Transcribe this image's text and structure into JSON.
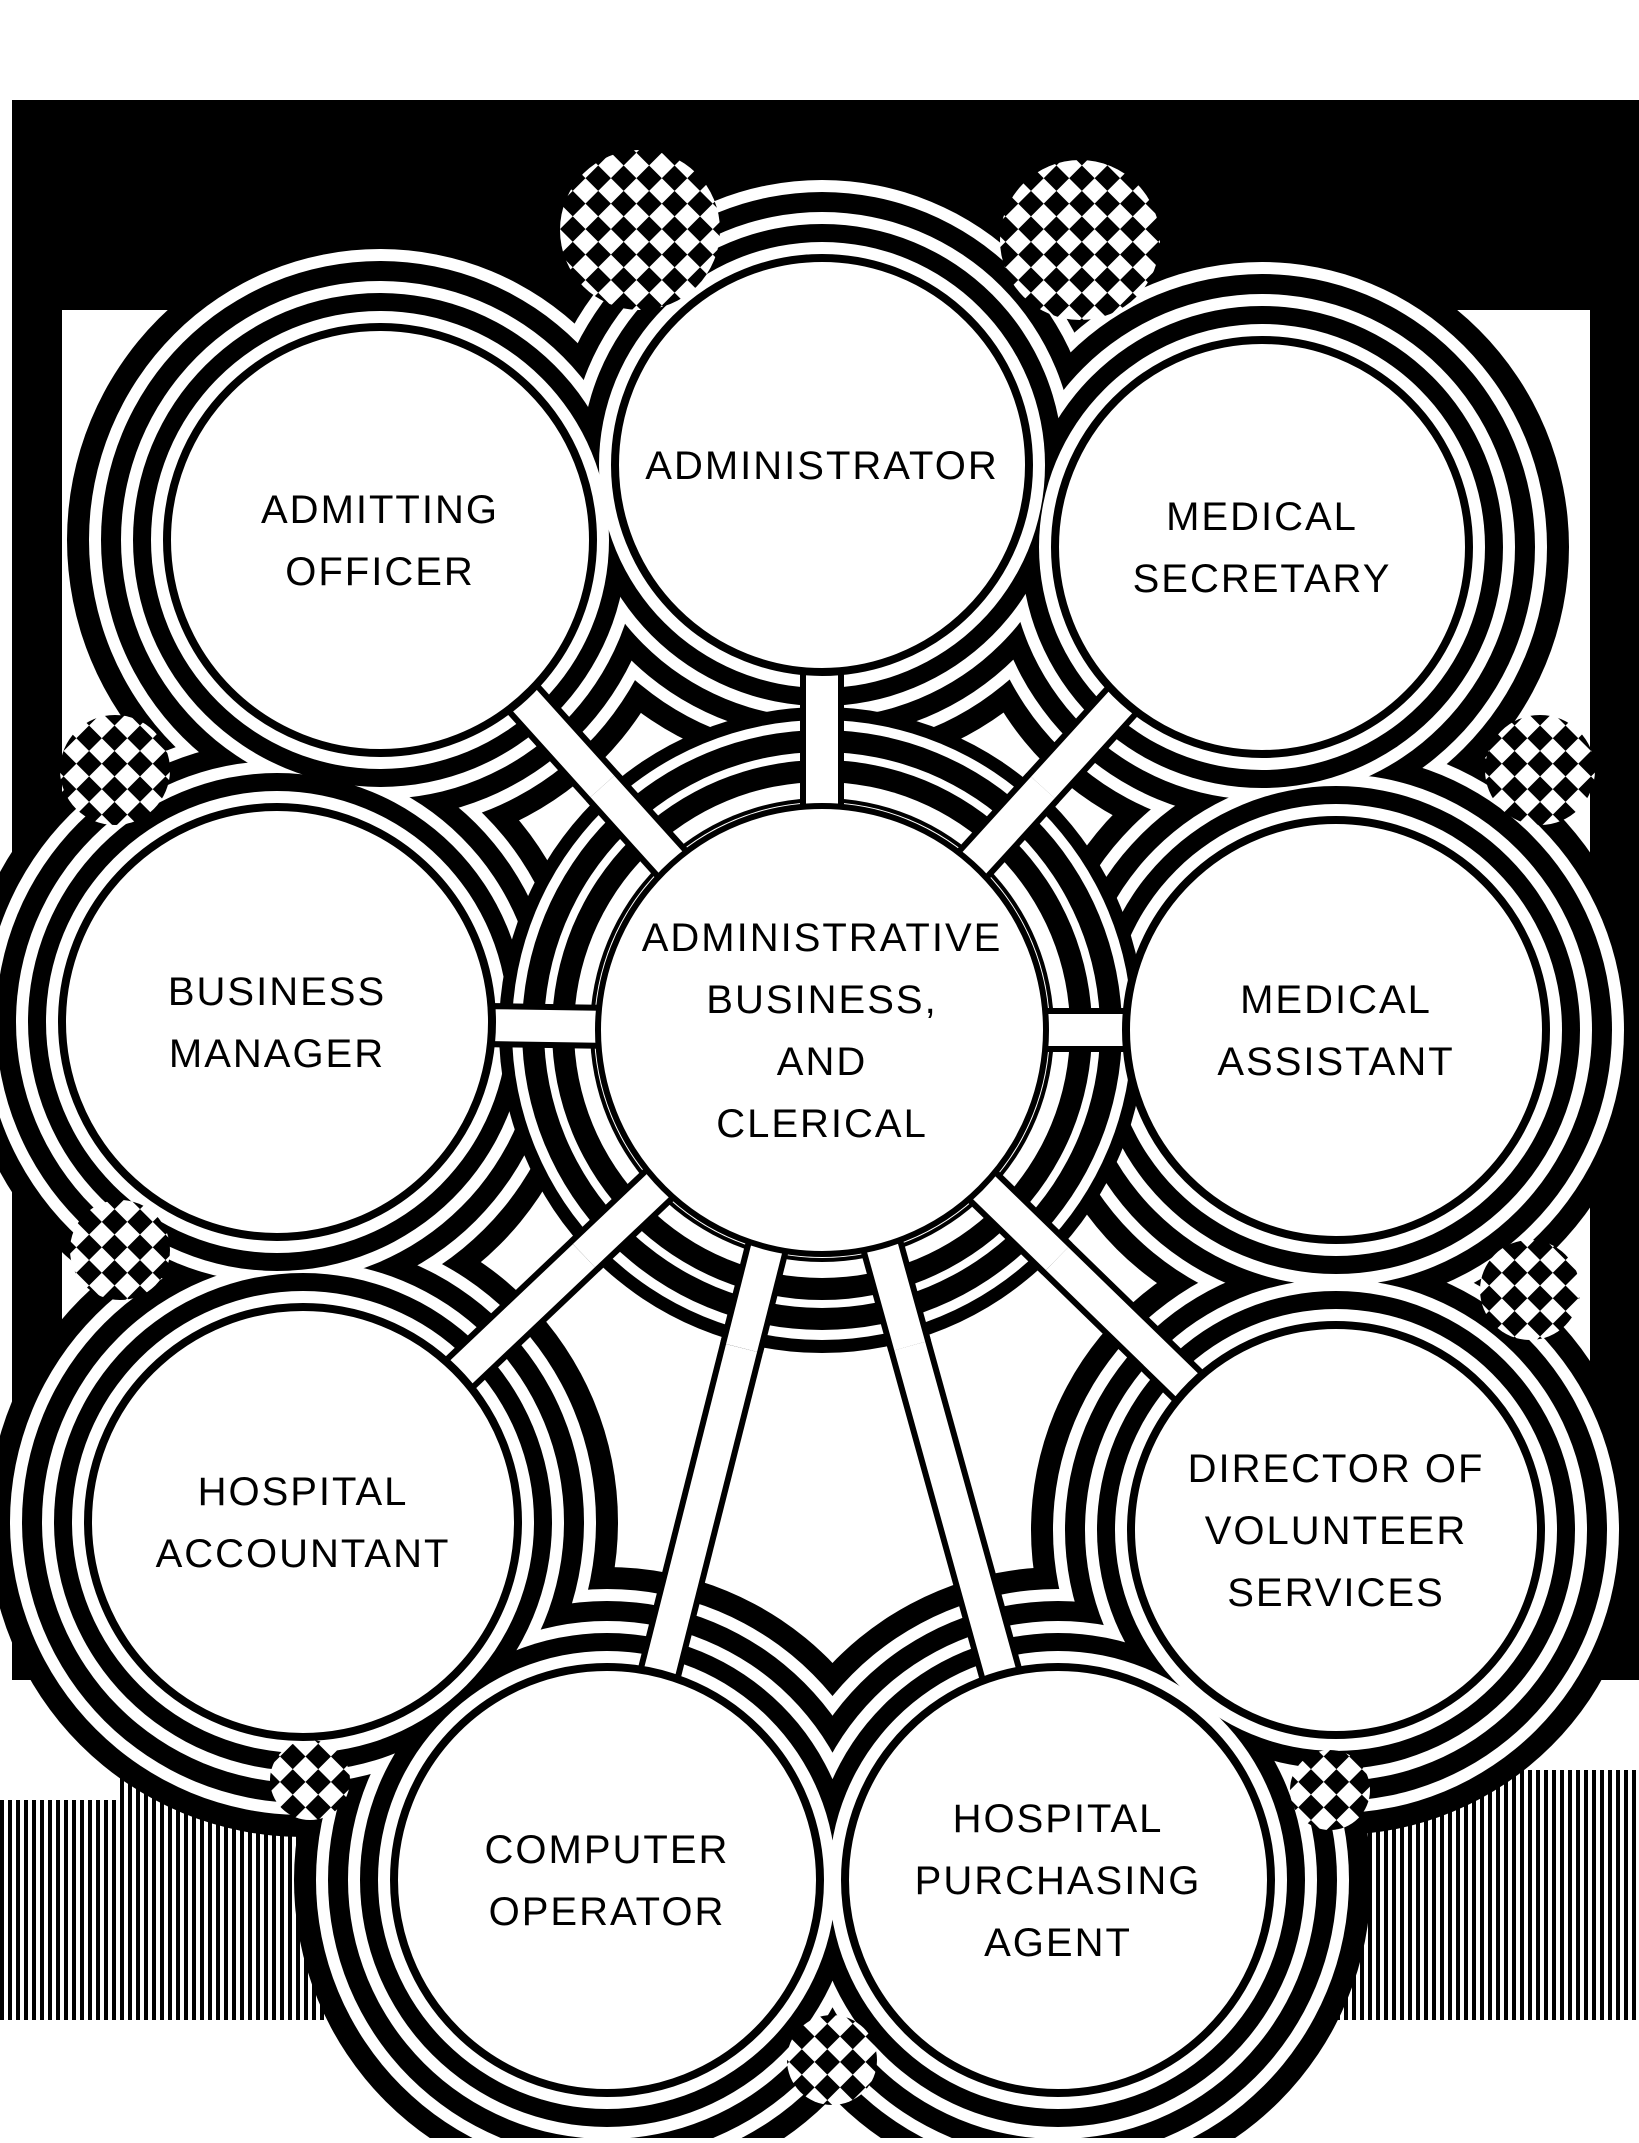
{
  "diagram": {
    "center": {
      "lines": [
        "ADMINISTRATIVE",
        "BUSINESS,",
        "AND",
        "CLERICAL"
      ]
    },
    "nodes": [
      {
        "id": "administrator",
        "lines": [
          "ADMINISTRATOR"
        ]
      },
      {
        "id": "medical-secretary",
        "lines": [
          "MEDICAL",
          "SECRETARY"
        ]
      },
      {
        "id": "medical-assistant",
        "lines": [
          "MEDICAL",
          "ASSISTANT"
        ]
      },
      {
        "id": "director-of-volunteer-services",
        "lines": [
          "DIRECTOR OF",
          "VOLUNTEER",
          "SERVICES"
        ]
      },
      {
        "id": "hospital-purchasing-agent",
        "lines": [
          "HOSPITAL",
          "PURCHASING",
          "AGENT"
        ]
      },
      {
        "id": "computer-operator",
        "lines": [
          "COMPUTER",
          "OPERATOR"
        ]
      },
      {
        "id": "hospital-accountant",
        "lines": [
          "HOSPITAL",
          "ACCOUNTANT"
        ]
      },
      {
        "id": "business-manager",
        "lines": [
          "BUSINESS",
          "MANAGER"
        ]
      },
      {
        "id": "admitting-officer",
        "lines": [
          "ADMITTING",
          "OFFICER"
        ]
      }
    ]
  },
  "colors": {
    "ink": "#000000",
    "paper": "#ffffff"
  }
}
